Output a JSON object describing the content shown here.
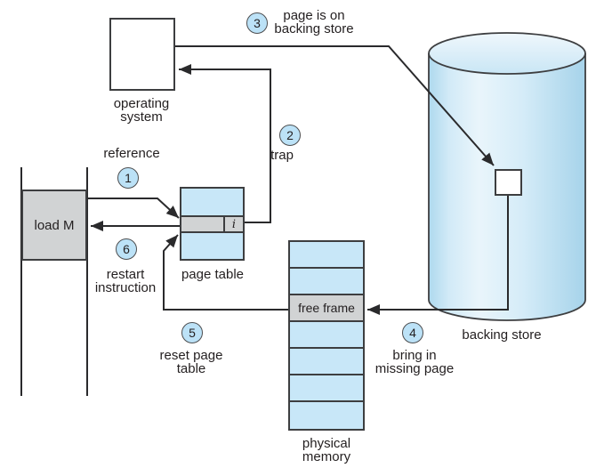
{
  "figure": {
    "topic": "page fault handling",
    "colors": {
      "light_blue": "#c8e7f8",
      "circle_blue": "#bce2f7",
      "gray": "#d1d3d4",
      "line": "#2a2a2c",
      "text": "#231f20"
    },
    "nodes": {
      "operating_system": {
        "line1": "operating",
        "line2": "system"
      },
      "load_m": {
        "label": "load M"
      },
      "page_table": {
        "label": "page table",
        "entry_flag": "i"
      },
      "physical_memory": {
        "line1": "physical",
        "line2": "memory",
        "free_frame": "free frame"
      },
      "backing_store": {
        "label": "backing store"
      }
    },
    "steps": {
      "s1": {
        "num": "1",
        "label": "reference"
      },
      "s2": {
        "num": "2",
        "label": "trap"
      },
      "s3": {
        "num": "3",
        "line1": "page is on",
        "line2": "backing store"
      },
      "s4": {
        "num": "4",
        "line1": "bring in",
        "line2": "missing page"
      },
      "s5": {
        "num": "5",
        "line1": "reset page",
        "line2": "table"
      },
      "s6": {
        "num": "6",
        "line1": "restart",
        "line2": "instruction"
      }
    }
  }
}
